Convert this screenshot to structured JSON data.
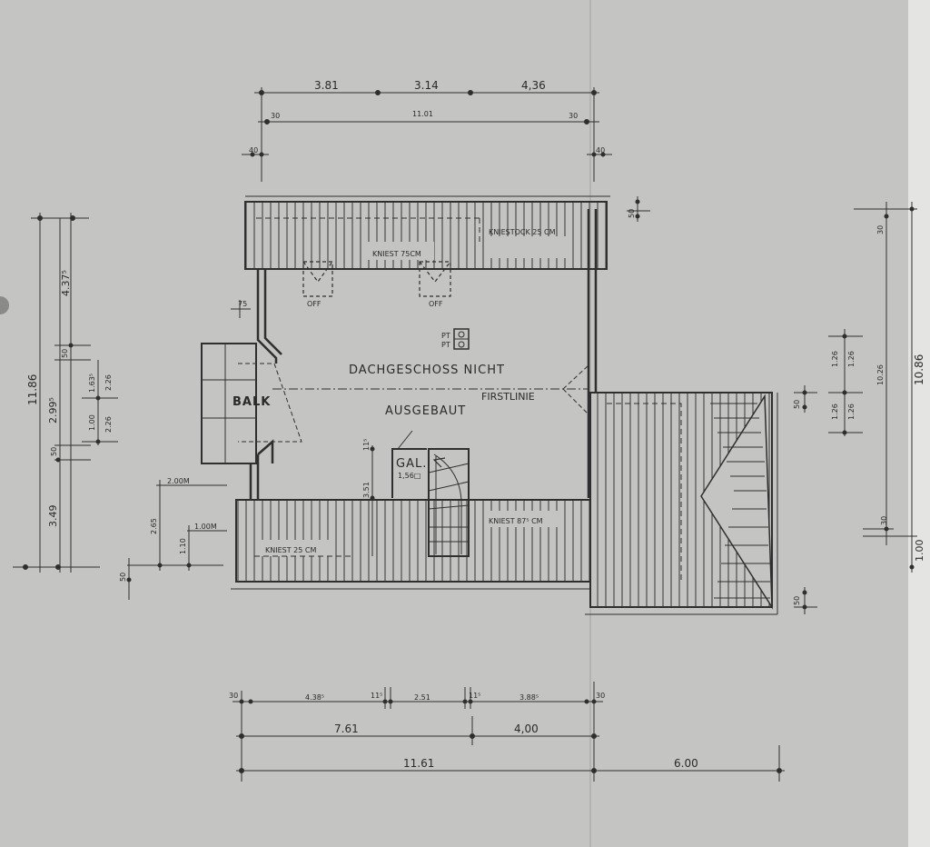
{
  "colors": {
    "paper": "#c6c6c4",
    "ink": "#2b2b2b",
    "line": "#3a3a3a"
  },
  "labels": {
    "title1": "DACHGESCHOSS NICHT",
    "title2": "AUSGEBAUT",
    "firstlinie": "FIRSTLINIE",
    "balk": "BALK",
    "gal": "GAL.",
    "gal_area": "1,56□",
    "pt": "PT",
    "off1": "OFF",
    "off2": "OFF",
    "kniestock_top": "KNIESTOCK 25 CM",
    "kniest_top": "KNIEST 75CM",
    "kniest_bottom_left": "KNIEST 25 CM",
    "kniest_bottom_right": "KNIEST 87⁵ CM"
  },
  "dims": {
    "top1": "3.81",
    "top2": "3.14",
    "top3": "4,36",
    "top_total": "11.01",
    "top_30a": "30",
    "top_30b": "30",
    "top_40a": "40",
    "top_40b": "40",
    "left_total": "11.86",
    "left_a": "4.37⁵",
    "left_b": "2.99⁵",
    "left_c": "3.49",
    "left_50a": "50",
    "left_50b": "50",
    "left_163": "1.63⁵",
    "left_100": "1.00",
    "left_226a": "2.26",
    "left_226b": "2.26",
    "left_75": "75",
    "left_200m": "2.00M",
    "left_265": "2.65",
    "left_100m": "1.00M",
    "left_110": "1.10",
    "left_50c": "50",
    "stair_351": "3.51",
    "stair_115": "11⁵",
    "right_50a": "50",
    "right_50b": "50",
    "right_50c": "50",
    "right_126a": "1.26",
    "right_126b": "1.26",
    "right_126c": "1.26",
    "right_126d": "1.26",
    "right_1026": "10.26",
    "right_1086": "10.86",
    "right_30a": "30",
    "right_30b": "30",
    "right_100": "1.00",
    "bot_30a": "30",
    "bot_438": "4.38⁵",
    "bot_115a": "11⁵",
    "bot_251": "2.51",
    "bot_115b": "11⁵",
    "bot_388": "3.88⁵",
    "bot_30b": "30",
    "bot_761": "7.61",
    "bot_400": "4,00",
    "bot_1161": "11.61",
    "bot_600": "6.00"
  }
}
